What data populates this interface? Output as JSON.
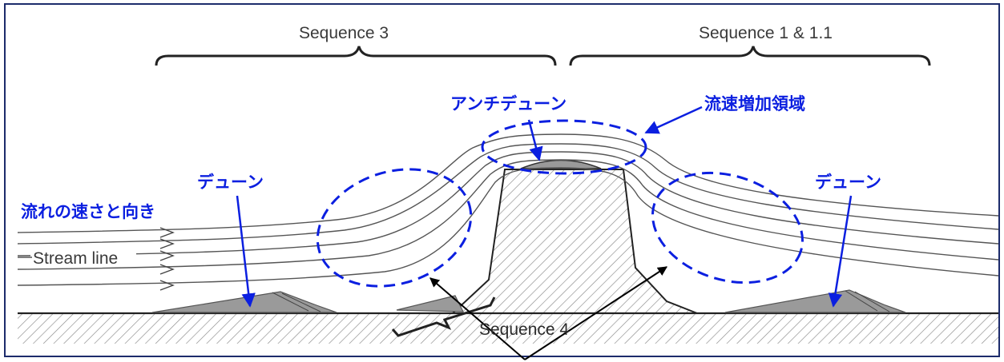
{
  "labels": {
    "sequence_3": "Sequence 3",
    "sequence_1_1_1": "Sequence 1 & 1.1",
    "sequence_4": "Sequence 4",
    "stream_line": "Stream line",
    "antidune": "アンチデューン",
    "velocity_increase_zone": "流速増加領域",
    "dune_left": "デューン",
    "dune_right": "デューン",
    "flow_speed_direction": "流れの速さと向き"
  },
  "colors": {
    "frame": "#1c2b6b",
    "annotation_blue": "#0b1fe0",
    "stream_line": "#555555",
    "dune_fill": "#9a9a9a",
    "hatch": "#8a8a8a"
  }
}
